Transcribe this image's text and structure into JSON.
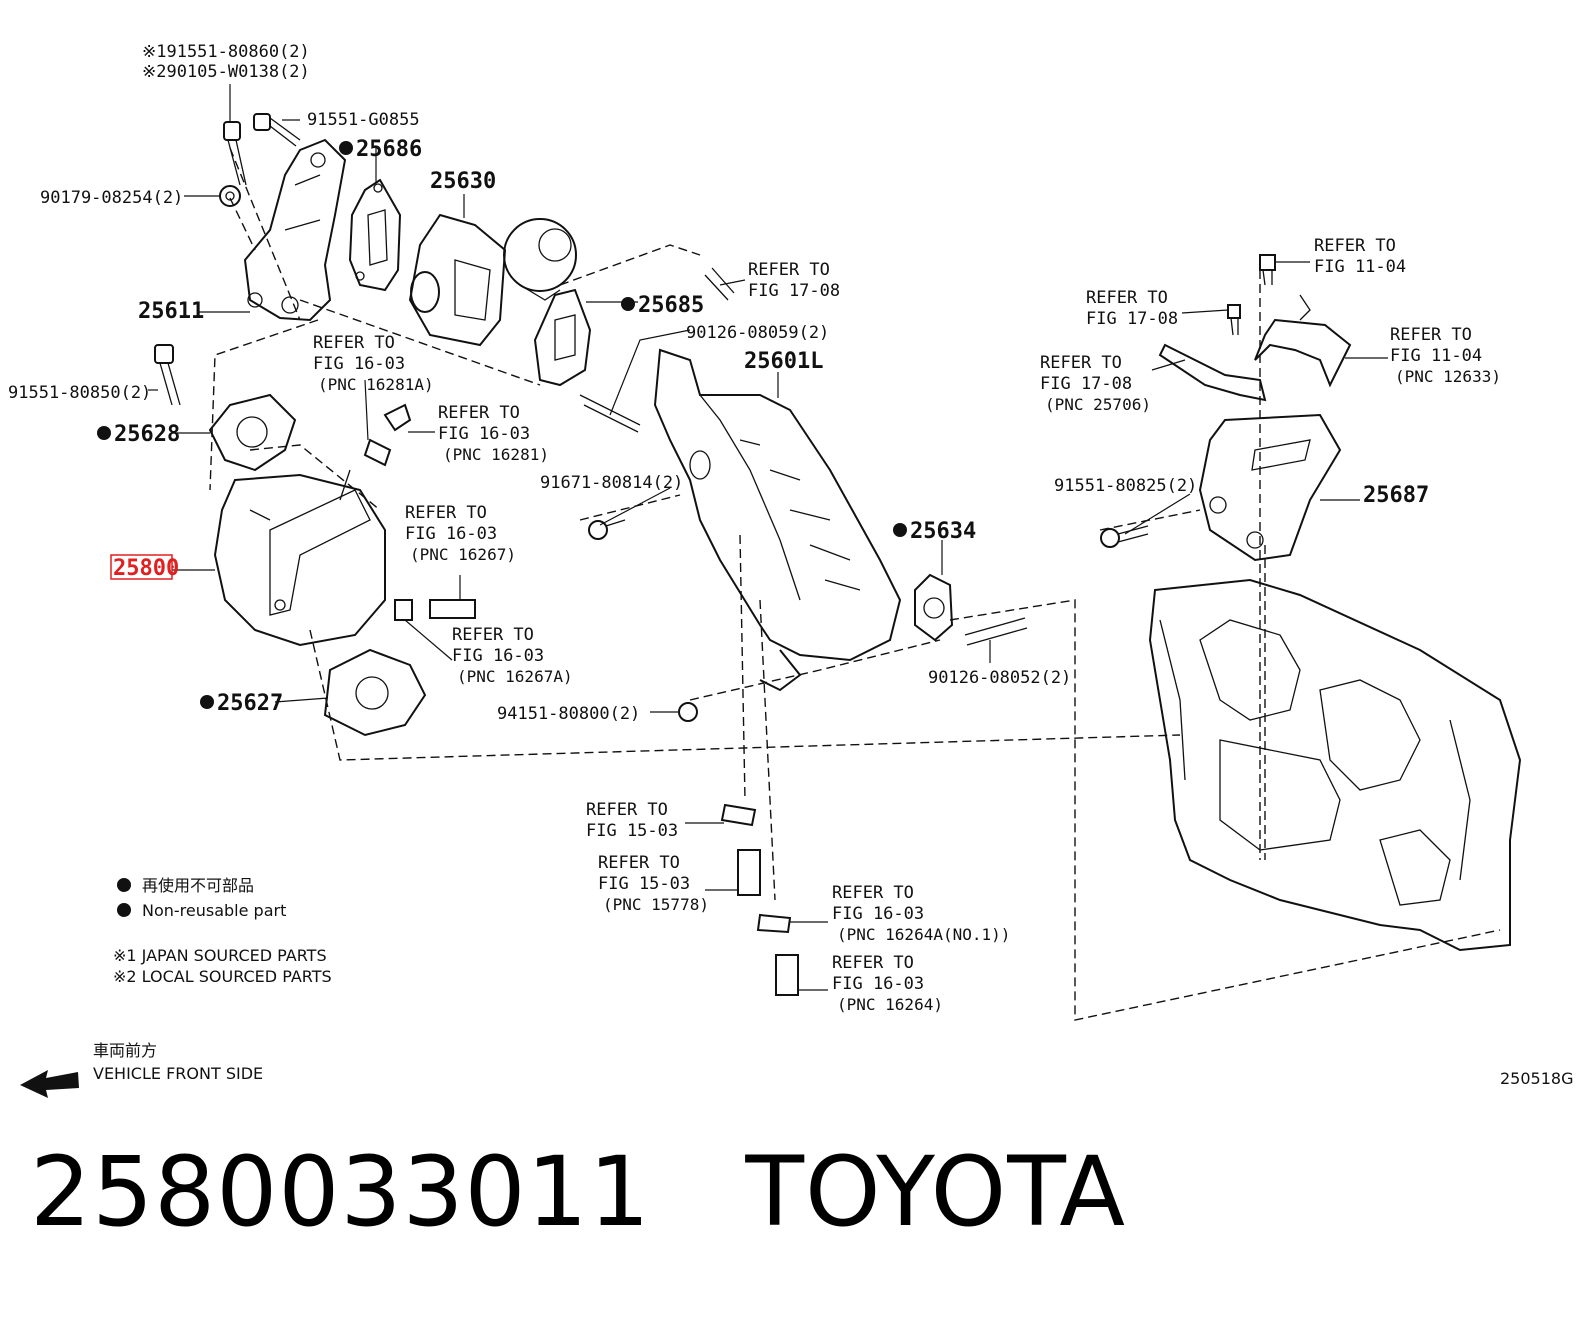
{
  "footer": {
    "part_number": "2580033011",
    "brand": "TOYOTA"
  },
  "figure_code": "250518G",
  "highlight_color": "#e02020",
  "labels": {
    "l_25800": "25800",
    "l_25611": "25611",
    "l_25686": "25686",
    "l_25630": "25630",
    "l_25685": "25685",
    "l_25628": "25628",
    "l_25627": "25627",
    "l_25601l": "25601L",
    "l_25634": "25634",
    "l_25687": "25687",
    "p_91551_80860": "※191551-80860(2)",
    "p_90105_w0138": "※290105-W0138(2)",
    "p_91551_g0855": "91551-G0855",
    "p_90179_08254": "90179-08254(2)",
    "p_91551_80850": "91551-80850(2)",
    "p_90126_08059": "90126-08059(2)",
    "p_91671_80814": "91671-80814(2)",
    "p_94151_80800": "94151-80800(2)",
    "p_90126_08052": "90126-08052(2)",
    "p_91551_80825": "91551-80825(2)"
  },
  "refs": [
    {
      "id": "ref_17_08_top",
      "line1": "REFER TO",
      "line2": "FIG 17-08",
      "pnc": ""
    },
    {
      "id": "ref_16_03_16281a",
      "line1": "REFER TO",
      "line2": "FIG 16-03",
      "pnc": "(PNC 16281A)"
    },
    {
      "id": "ref_16_03_16281",
      "line1": "REFER TO",
      "line2": "FIG 16-03",
      "pnc": "(PNC 16281)"
    },
    {
      "id": "ref_16_03_16267",
      "line1": "REFER TO",
      "line2": "FIG 16-03",
      "pnc": "(PNC 16267)"
    },
    {
      "id": "ref_16_03_16267a",
      "line1": "REFER TO",
      "line2": "FIG 16-03",
      "pnc": "(PNC 16267A)"
    },
    {
      "id": "ref_15_03_a",
      "line1": "REFER TO",
      "line2": "FIG 15-03",
      "pnc": ""
    },
    {
      "id": "ref_15_03_15778",
      "line1": "REFER TO",
      "line2": "FIG 15-03",
      "pnc": "(PNC 15778)"
    },
    {
      "id": "ref_16_03_16264a",
      "line1": "REFER TO",
      "line2": "FIG 16-03",
      "pnc": "(PNC 16264A(NO.1))"
    },
    {
      "id": "ref_16_03_16264",
      "line1": "REFER TO",
      "line2": "FIG 16-03",
      "pnc": "(PNC 16264)"
    },
    {
      "id": "ref_11_04_top",
      "line1": "REFER TO",
      "line2": "FIG 11-04",
      "pnc": ""
    },
    {
      "id": "ref_17_08_mid",
      "line1": "REFER TO",
      "line2": "FIG 17-08",
      "pnc": ""
    },
    {
      "id": "ref_17_08_25706",
      "line1": "REFER TO",
      "line2": "FIG 17-08",
      "pnc": "(PNC 25706)"
    },
    {
      "id": "ref_11_04_12633",
      "line1": "REFER TO",
      "line2": "FIG 11-04",
      "pnc": "(PNC 12633)"
    }
  ],
  "legend": {
    "nonreusable_jp": "再使用不可部品",
    "nonreusable_en": "Non-reusable part",
    "note1": "※1  JAPAN SOURCED PARTS",
    "note2": "※2  LOCAL SOURCED PARTS"
  },
  "direction": {
    "jp": "車両前方",
    "en": "VEHICLE FRONT SIDE",
    "arrow_icon": "arrow-left-icon"
  }
}
